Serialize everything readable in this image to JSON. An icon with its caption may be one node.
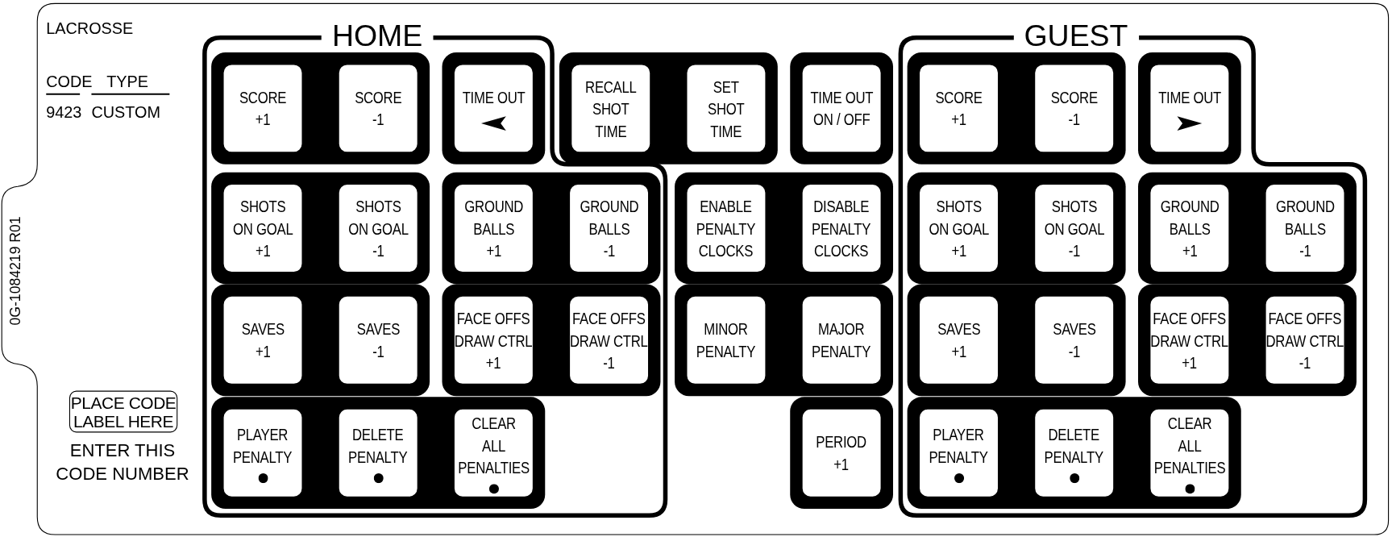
{
  "diagram": {
    "nodes": [
      {
        "text": [
          "HOME"
        ]
      },
      {
        "text": [
          "SCORE +1"
        ],
        "in": 0
      },
      {
        "text": [
          "SCORE -1"
        ],
        "in": 0
      },
      {
        "text": [
          "TIME OUT"
        ],
        "in": 0
      },
      {
        "text": [
          "SHOTS ON GOAL +1"
        ],
        "in": 0
      },
      {
        "text": [
          "SHOTS ON GOAL -1"
        ],
        "in": 0
      },
      {
        "text": [
          "GROUND BALLS +1"
        ],
        "in": 0
      },
      {
        "text": [
          "GROUND BALLS -1"
        ],
        "in": 0
      },
      {
        "text": [
          "SAVES +1"
        ],
        "in": 0
      },
      {
        "text": [
          "SAVES -1"
        ],
        "in": 0
      },
      {
        "text": [
          "FACE OFFS DRAW CTRL +1"
        ],
        "in": 0
      },
      {
        "text": [
          "FACE OFFS DRAW CTRL -1"
        ],
        "in": 0
      },
      {
        "text": [
          "PLAYER PENALTY"
        ],
        "in": 0
      },
      {
        "text": [
          "DELETE PENALTY"
        ],
        "in": 0
      },
      {
        "text": [
          "CLEAR ALL PENALTIES"
        ],
        "in": 0
      },
      {
        "text": [
          "RECALL SHOT TIME"
        ]
      },
      {
        "text": [
          "SET SHOT TIME"
        ]
      },
      {
        "text": [
          "TIME OUT ON / OFF"
        ]
      },
      {
        "text": [
          "ENABLE PENALTY CLOCKS"
        ]
      },
      {
        "text": [
          "DISABLE PENALTY CLOCKS"
        ]
      },
      {
        "text": [
          "MINOR PENALTY"
        ]
      },
      {
        "text": [
          "MAJOR PENALTY"
        ]
      },
      {
        "text": [
          "PERIOD +1"
        ]
      },
      {
        "text": [
          "GUEST"
        ]
      },
      {
        "text": [
          "SCORE +1"
        ],
        "in": 23
      },
      {
        "text": [
          "SCORE -1"
        ],
        "in": 23
      },
      {
        "text": [
          "TIME OUT"
        ],
        "in": 23
      },
      {
        "text": [
          "SHOTS ON GOAL +1"
        ],
        "in": 23
      },
      {
        "text": [
          "SHOTS ON GOAL -1"
        ],
        "in": 23
      },
      {
        "text": [
          "GROUND BALLS +1"
        ],
        "in": 23
      },
      {
        "text": [
          "GROUND BALLS -1"
        ],
        "in": 23
      },
      {
        "text": [
          "SAVES +1"
        ],
        "in": 23
      },
      {
        "text": [
          "SAVES -1"
        ],
        "in": 23
      },
      {
        "text": [
          "FACE OFFS DRAW CTRL +1"
        ],
        "in": 23
      },
      {
        "text": [
          "FACE OFFS DRAW CTRL -1"
        ],
        "in": 23
      },
      {
        "text": [
          "PLAYER PENALTY"
        ],
        "in": 23
      },
      {
        "text": [
          "DELETE PENALTY"
        ],
        "in": 23
      },
      {
        "text": [
          "CLEAR ALL PENALTIES"
        ],
        "in": 23
      },
      {
        "text": [
          "PLACE CODE LABEL HERE"
        ]
      }
    ],
    "labels": [
      "LACROSSE",
      "CODE",
      "TYPE",
      "9423",
      "CUSTOM",
      "0G-1084219 R01",
      "ENTER THIS CODE NUMBER"
    ]
  }
}
